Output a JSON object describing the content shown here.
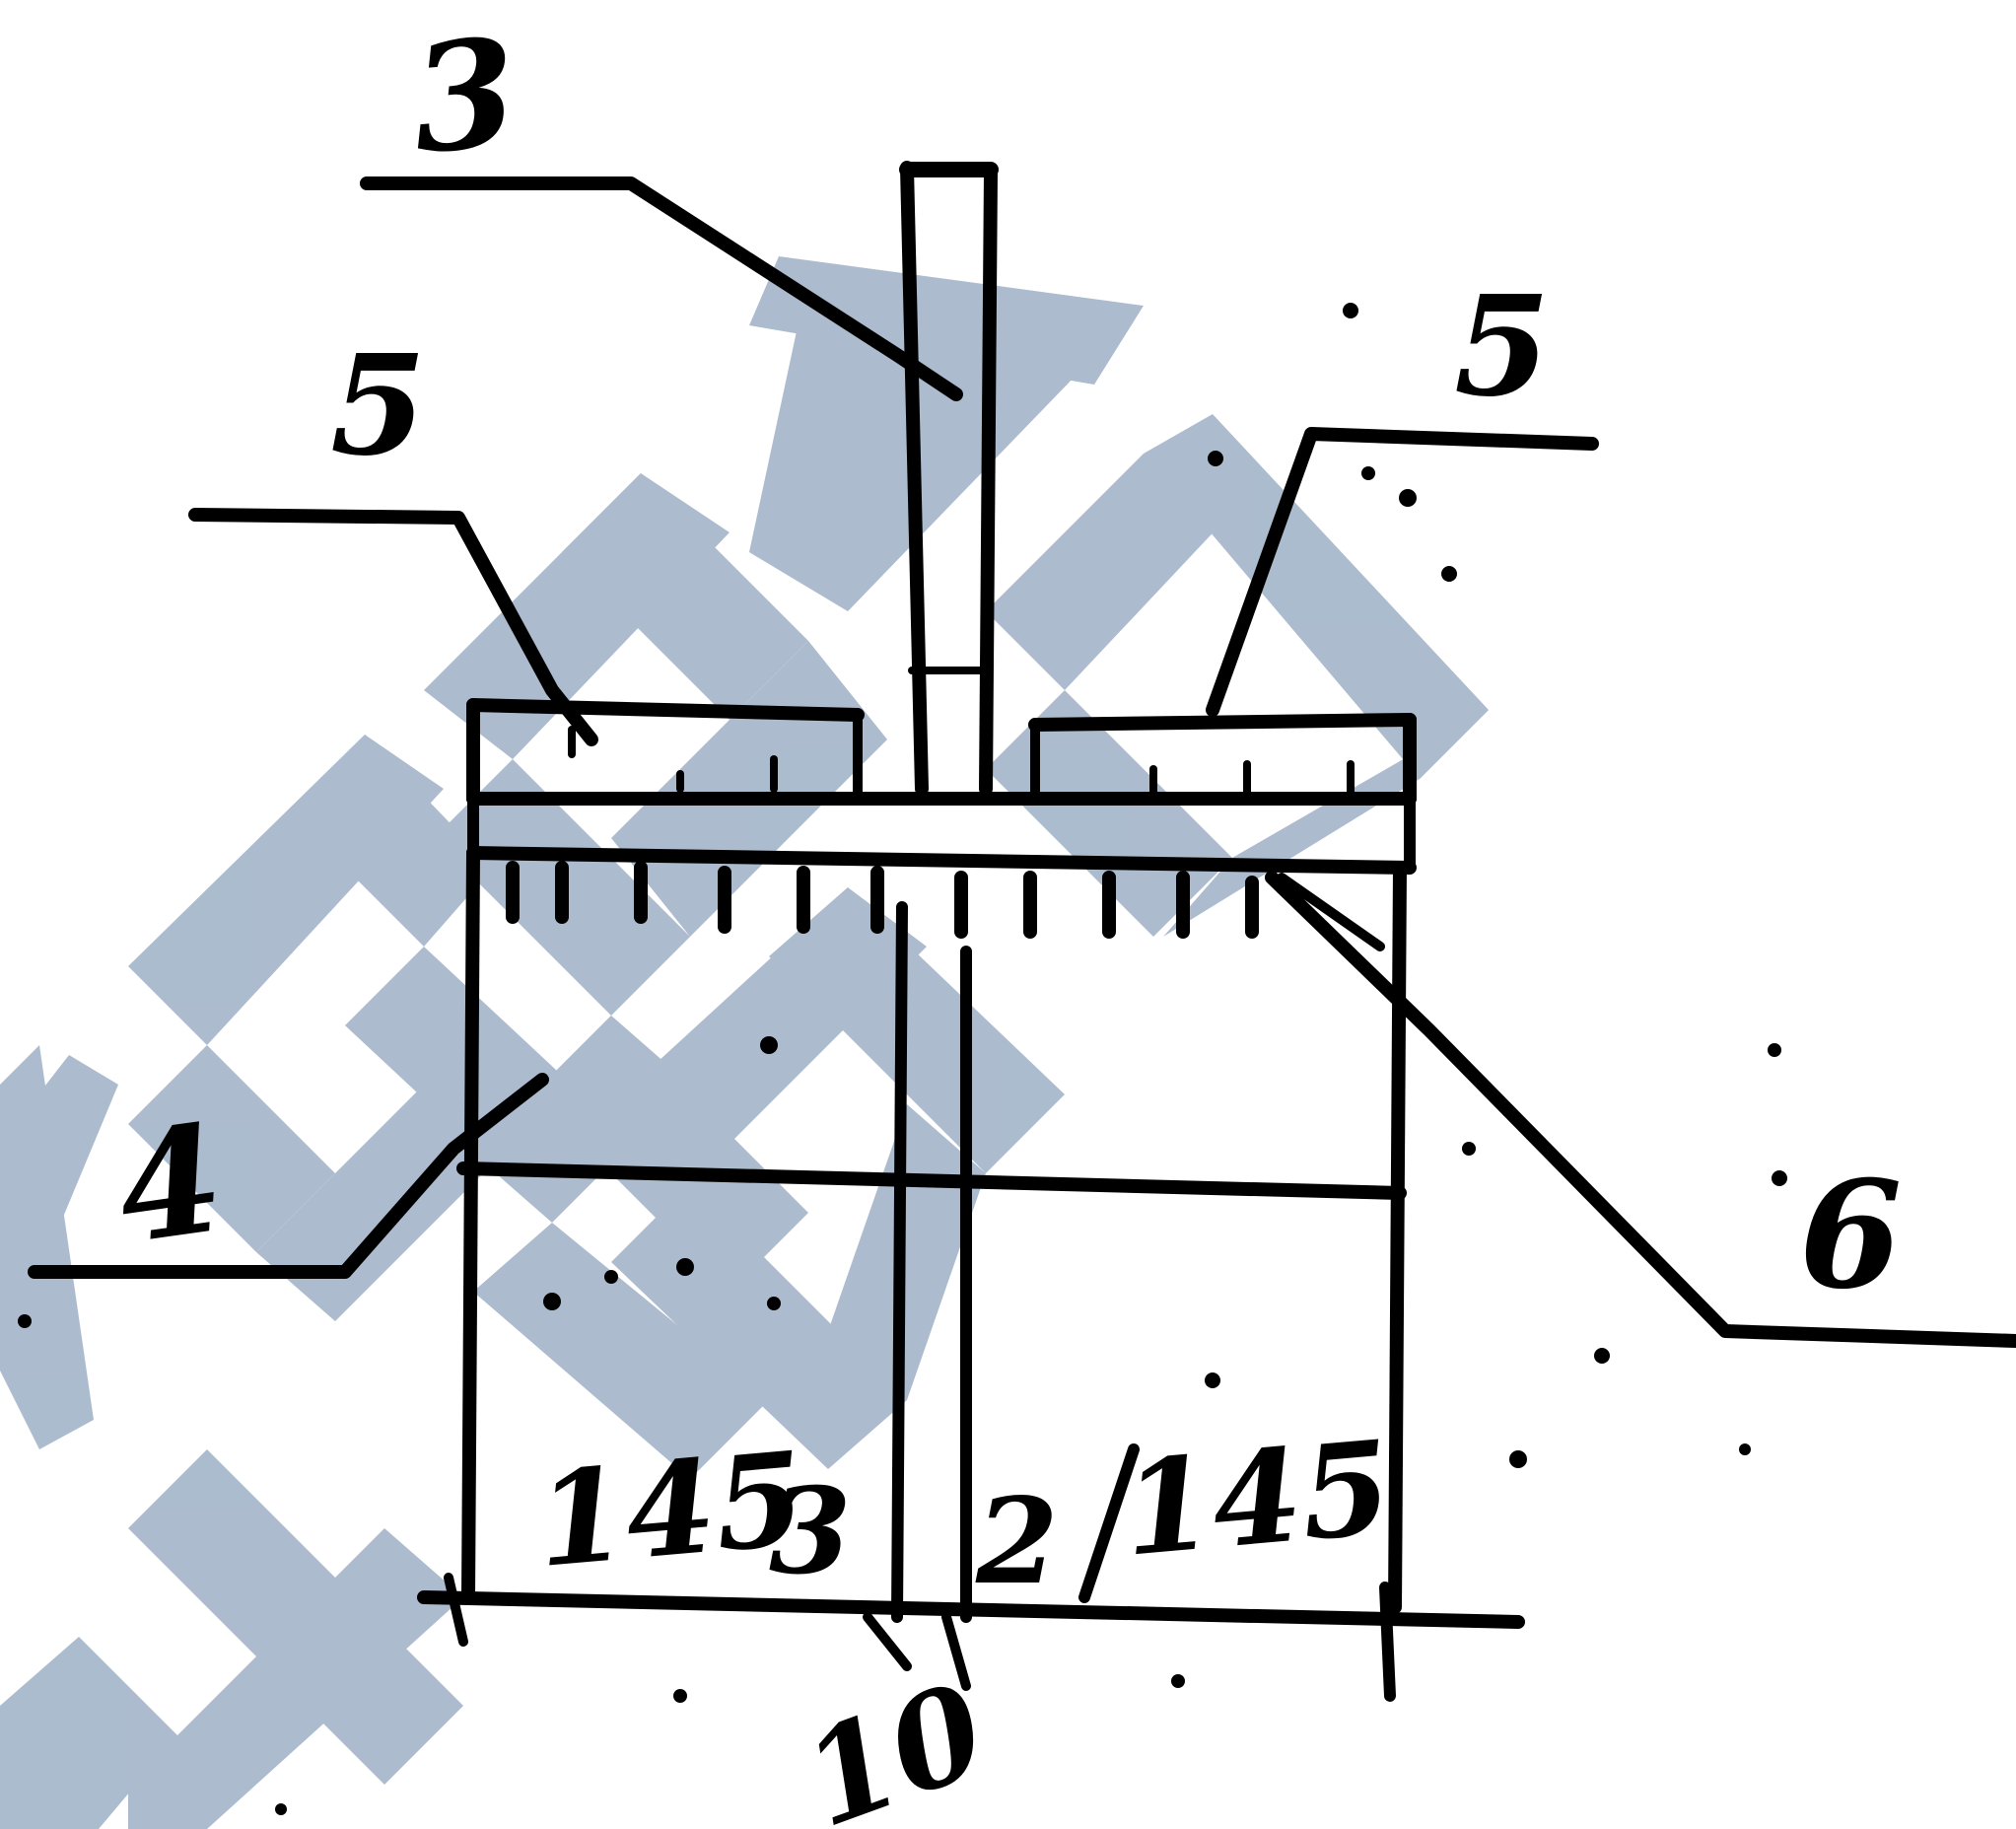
{
  "drawing": {
    "labels": {
      "label_3": "3",
      "label_5_left": "5",
      "label_5_right": "5",
      "label_4": "4",
      "label_6": "6",
      "label_10": "10"
    },
    "dimensions": {
      "left_width": "145",
      "center_left": "3",
      "center_right": "2",
      "right_width": "145"
    }
  },
  "watermark": {
    "color": "#a8b8cc",
    "text_upper": "ABOK",
    "text_lower": "ЭКОК"
  },
  "colors": {
    "ink": "#000000",
    "background": "#ffffff"
  }
}
